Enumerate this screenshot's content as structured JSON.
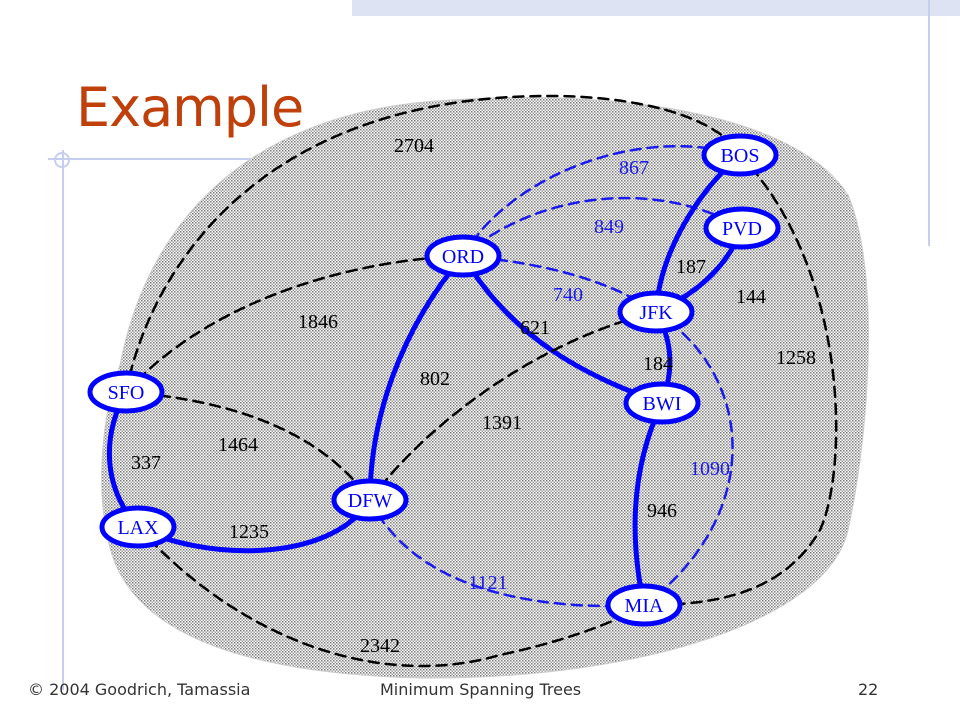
{
  "title": "Example",
  "footer": {
    "copyright": "© 2004 Goodrich, Tamassia",
    "center": "Minimum Spanning Trees",
    "page": "22"
  },
  "colors": {
    "title": "#c0400c",
    "tree_edge": "#0000ff",
    "candidate_edge": "#1a1af0",
    "other_edge": "#000000",
    "node_text": "#0000ff"
  },
  "nodes": [
    {
      "id": "BOS",
      "label": "BOS"
    },
    {
      "id": "PVD",
      "label": "PVD"
    },
    {
      "id": "ORD",
      "label": "ORD"
    },
    {
      "id": "JFK",
      "label": "JFK"
    },
    {
      "id": "SFO",
      "label": "SFO"
    },
    {
      "id": "BWI",
      "label": "BWI"
    },
    {
      "id": "DFW",
      "label": "DFW"
    },
    {
      "id": "LAX",
      "label": "LAX"
    },
    {
      "id": "MIA",
      "label": "MIA"
    }
  ],
  "edges": [
    {
      "from": "SFO",
      "to": "BOS",
      "weight": "2704",
      "status": "other"
    },
    {
      "from": "ORD",
      "to": "BOS",
      "weight": "867",
      "status": "candidate"
    },
    {
      "from": "ORD",
      "to": "PVD",
      "weight": "849",
      "status": "candidate"
    },
    {
      "from": "JFK",
      "to": "BOS",
      "weight": "187",
      "status": "tree"
    },
    {
      "from": "ORD",
      "to": "JFK",
      "weight": "740",
      "status": "candidate"
    },
    {
      "from": "JFK",
      "to": "PVD",
      "weight": "144",
      "status": "tree"
    },
    {
      "from": "SFO",
      "to": "ORD",
      "weight": "1846",
      "status": "other"
    },
    {
      "from": "ORD",
      "to": "BWI",
      "weight": "621",
      "status": "tree"
    },
    {
      "from": "BOS",
      "to": "MIA",
      "weight": "1258",
      "status": "other"
    },
    {
      "from": "JFK",
      "to": "BWI",
      "weight": "184",
      "status": "tree"
    },
    {
      "from": "ORD",
      "to": "DFW",
      "weight": "802",
      "status": "tree"
    },
    {
      "from": "DFW",
      "to": "JFK",
      "weight": "1391",
      "status": "other"
    },
    {
      "from": "SFO",
      "to": "DFW",
      "weight": "1464",
      "status": "other"
    },
    {
      "from": "SFO",
      "to": "LAX",
      "weight": "337",
      "status": "tree"
    },
    {
      "from": "JFK",
      "to": "MIA",
      "weight": "1090",
      "status": "candidate"
    },
    {
      "from": "BWI",
      "to": "MIA",
      "weight": "946",
      "status": "tree"
    },
    {
      "from": "LAX",
      "to": "DFW",
      "weight": "1235",
      "status": "tree"
    },
    {
      "from": "DFW",
      "to": "MIA",
      "weight": "1121",
      "status": "candidate"
    },
    {
      "from": "LAX",
      "to": "MIA",
      "weight": "2342",
      "status": "other"
    }
  ]
}
